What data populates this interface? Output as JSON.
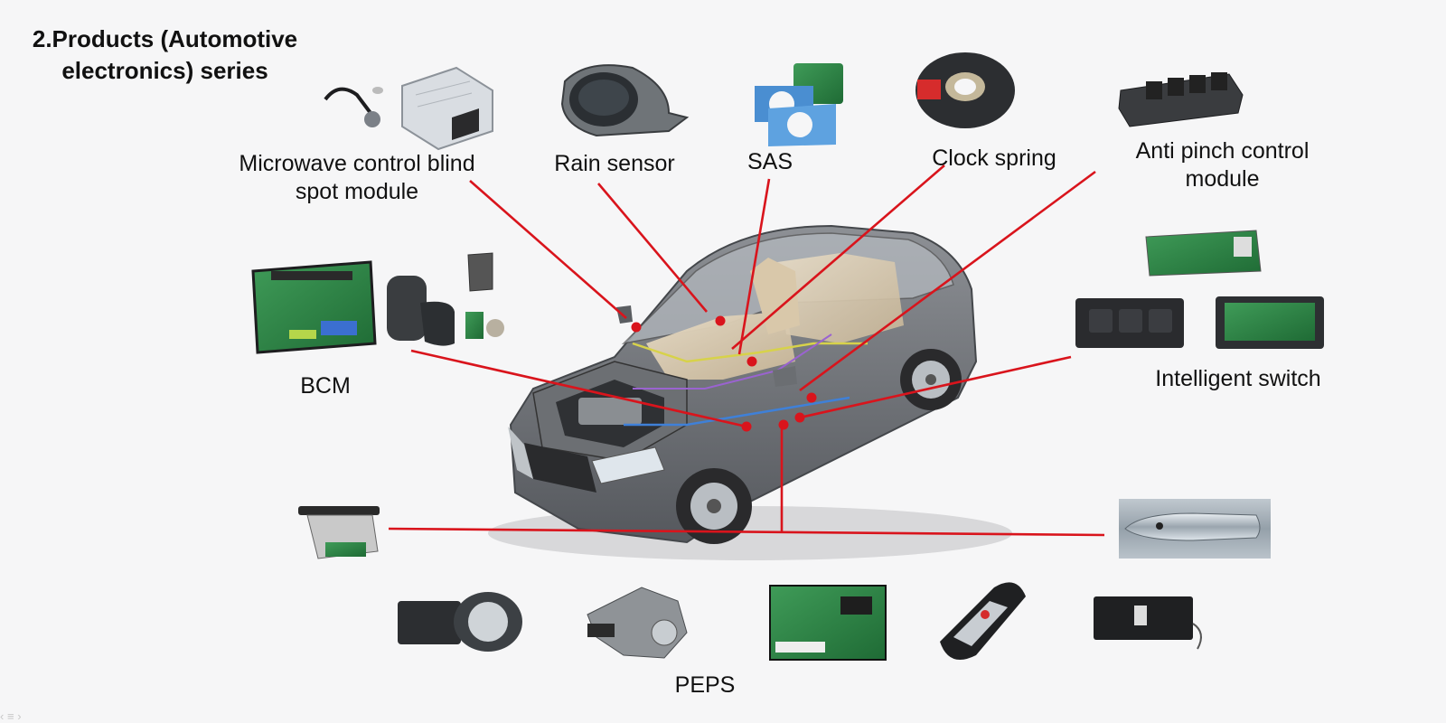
{
  "slide": {
    "title_line1": "2.Products (Automotive",
    "title_line2": "electronics) series"
  },
  "labels": {
    "blind_spot_l1": "Microwave control blind",
    "blind_spot_l2": "spot module",
    "rain_sensor": "Rain sensor",
    "sas": "SAS",
    "clock_spring": "Clock spring",
    "anti_pinch_l1": "Anti pinch control",
    "anti_pinch_l2": "module",
    "bcm": "BCM",
    "intelligent_switch": "Intelligent switch",
    "peps": "PEPS"
  },
  "colors": {
    "leader_line": "#d9141c",
    "background": "#f6f6f7"
  },
  "icons": {
    "car": "car-cutaway-icon",
    "navigation": [
      "prev-slide-icon",
      "notes-icon",
      "next-slide-icon"
    ]
  }
}
